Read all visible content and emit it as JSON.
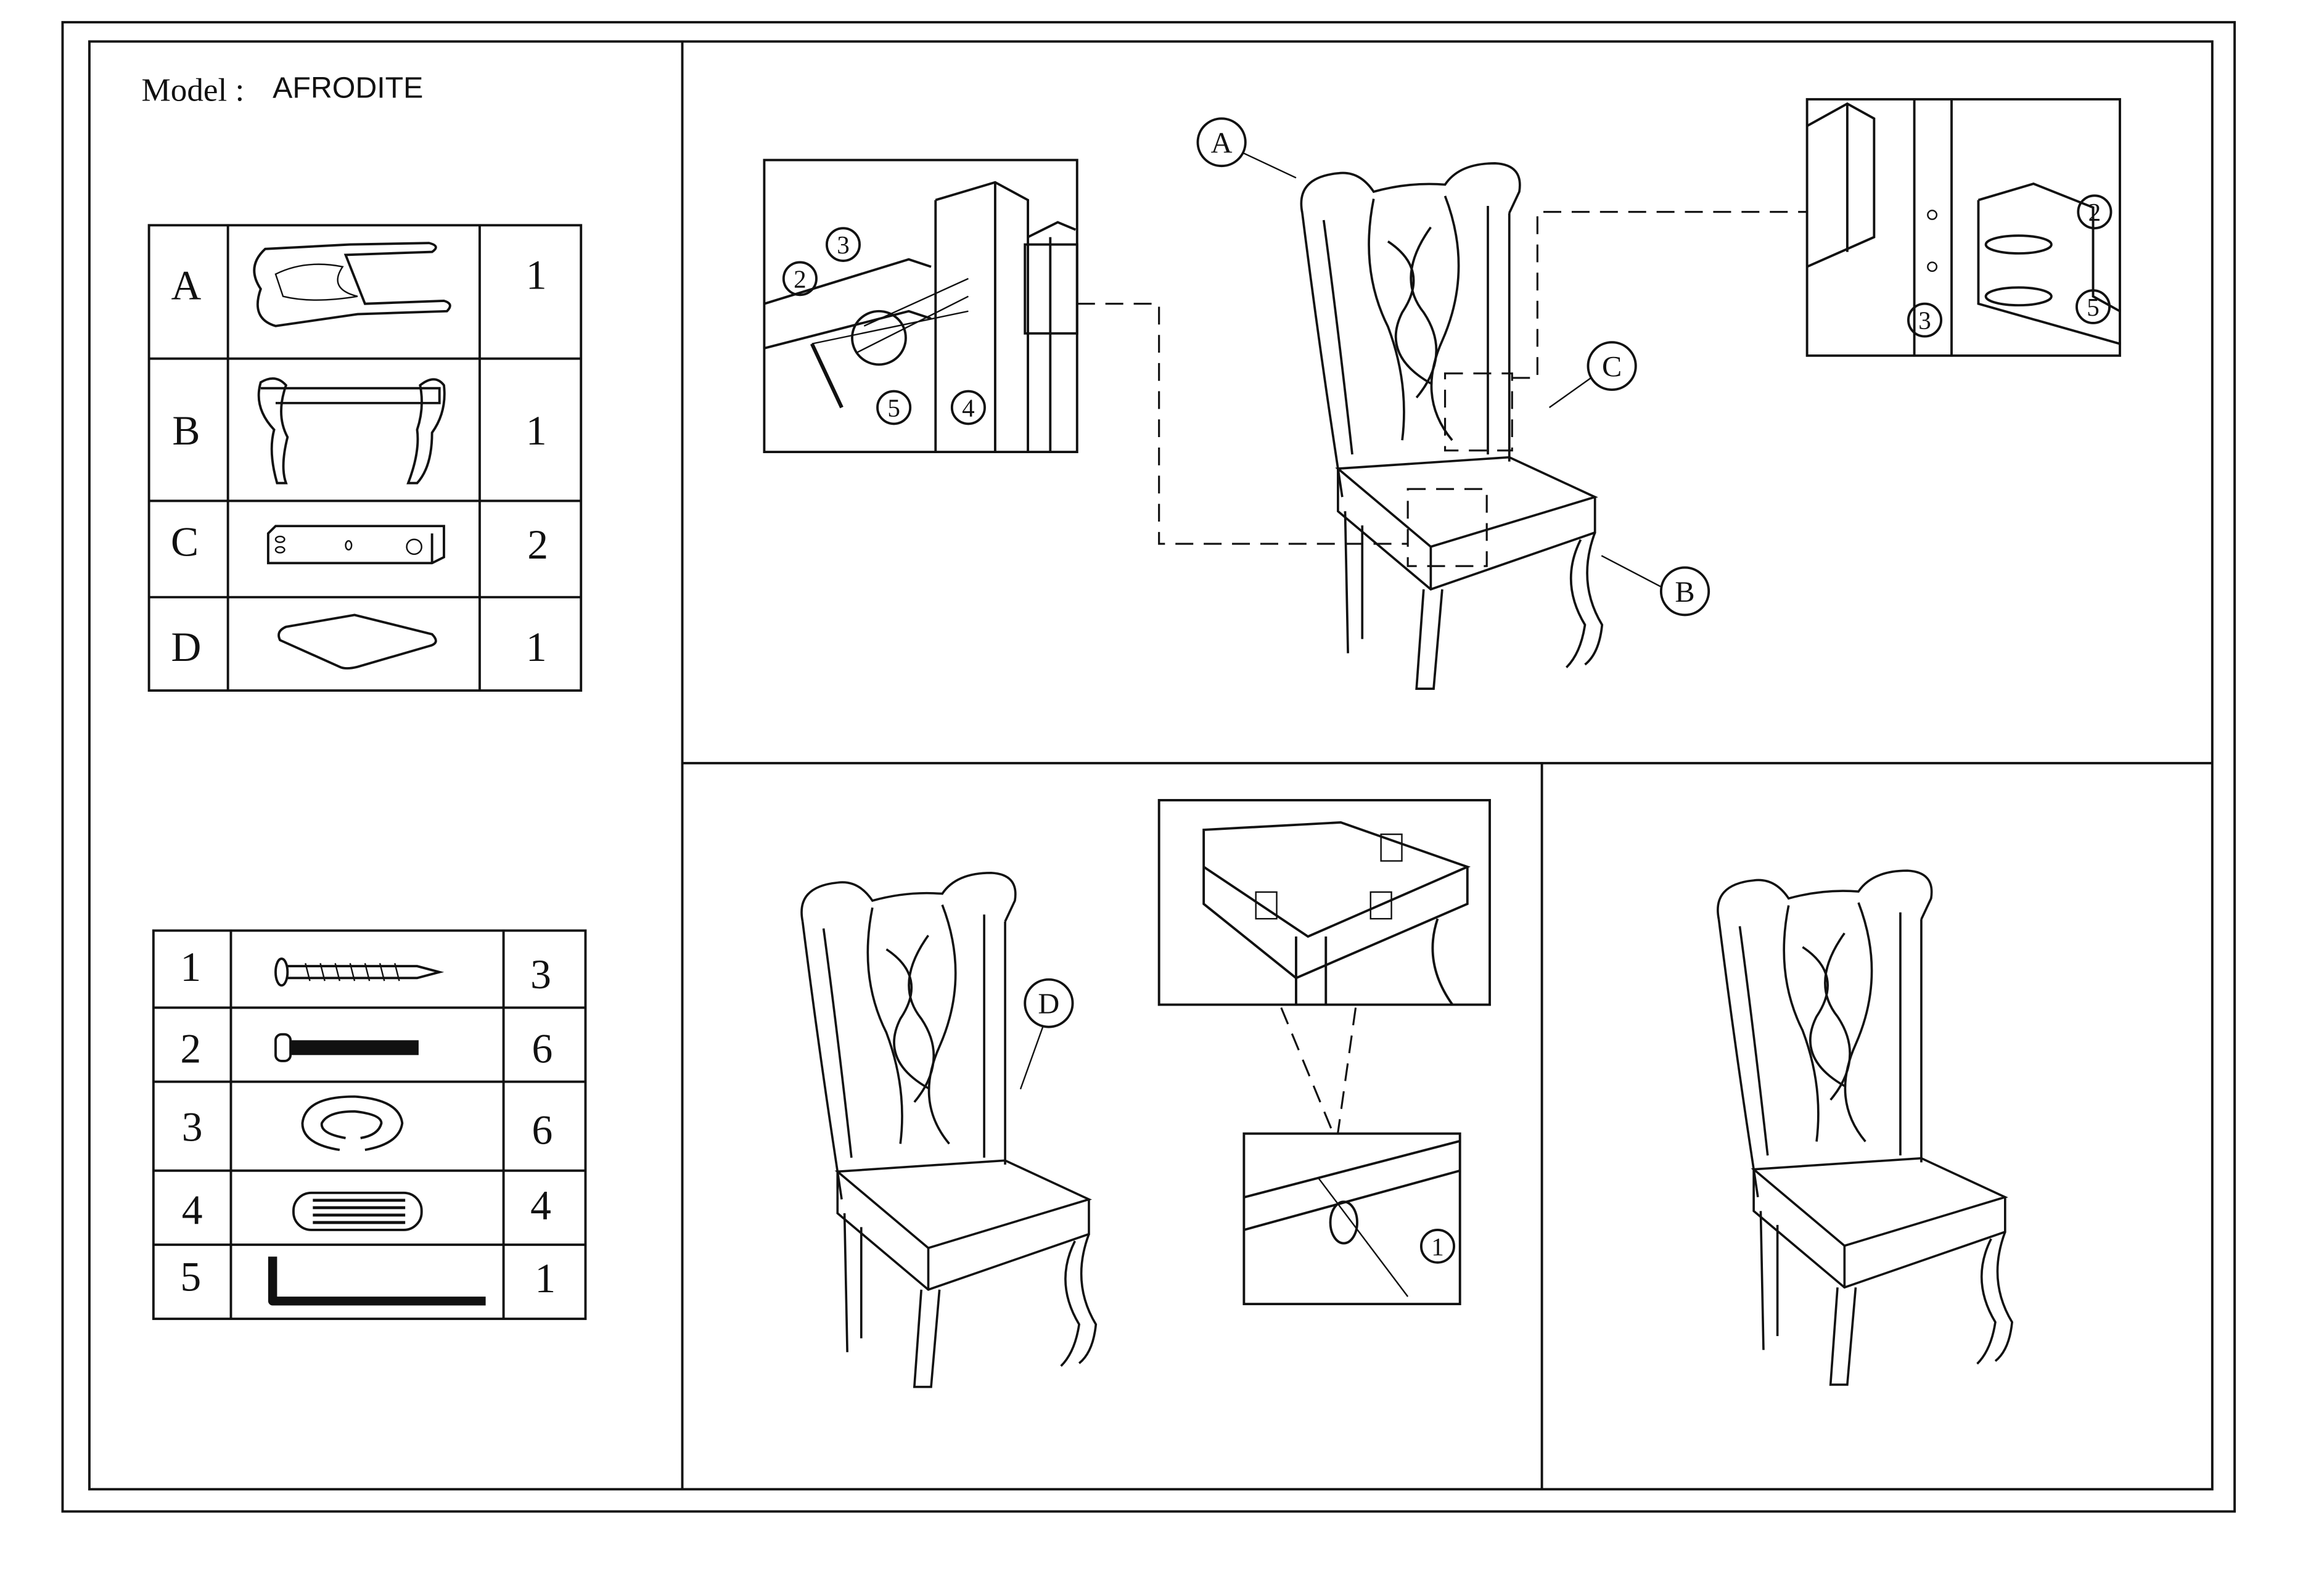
{
  "header": {
    "model_label": "Model :",
    "model_name": "AFRODITE"
  },
  "parts": [
    {
      "id": "A",
      "qty": "1",
      "icon": "chair-back-frame"
    },
    {
      "id": "B",
      "qty": "1",
      "icon": "front-legs-rail"
    },
    {
      "id": "C",
      "qty": "2",
      "icon": "side-rail"
    },
    {
      "id": "D",
      "qty": "1",
      "icon": "seat-cushion"
    }
  ],
  "hardware": [
    {
      "id": "1",
      "qty": "3",
      "icon": "wood-screw"
    },
    {
      "id": "2",
      "qty": "6",
      "icon": "allen-bolt"
    },
    {
      "id": "3",
      "qty": "6",
      "icon": "split-washer"
    },
    {
      "id": "4",
      "qty": "4",
      "icon": "dowel"
    },
    {
      "id": "5",
      "qty": "1",
      "icon": "allen-key"
    }
  ],
  "callouts": {
    "step1": {
      "detail_left": [
        "3",
        "2",
        "5",
        "4"
      ],
      "chair": [
        "A",
        "C",
        "B"
      ],
      "detail_right": [
        "2",
        "3",
        "5"
      ]
    },
    "step2": {
      "chair": "D",
      "detail": "1"
    }
  }
}
